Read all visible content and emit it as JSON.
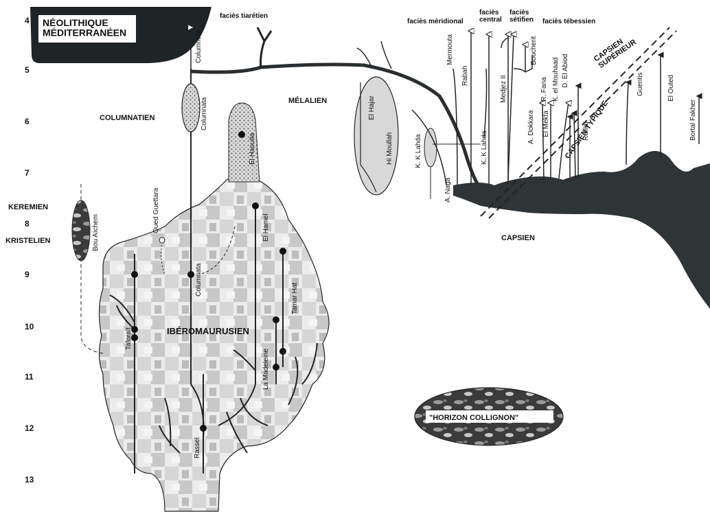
{
  "timeline": {
    "ticks": [
      "4",
      "5",
      "6",
      "7",
      "8",
      "9",
      "10",
      "11",
      "12",
      "13"
    ]
  },
  "cultures": {
    "neolithique": "NÉOLITHIQUE\nMÉDITERRANÉEN",
    "columnatien": "COLUMNATIEN",
    "melalien": "MÉLALIEN",
    "keremien": "KEREMIEN",
    "kristelien": "KRISTELIEN",
    "iberomaurusien": "IBÉROMAURUSIEN",
    "capsien": "CAPSIEN",
    "capsien_superieur": "CAPSIEN\nSUPÉRIEUR",
    "capsien_typique": "CAPSIEN TYPIQUE",
    "horizon_collignon": "\"HORIZON COLLIGNON\""
  },
  "facies": {
    "tiaretien": "faciès tiarétien",
    "meridional": "faciès méridional",
    "central": "faciès\ncentral",
    "setifien": "faciès\nsétifien",
    "tebessien": "faciès tébessien"
  },
  "sites": {
    "columnata_top": "Columnata",
    "columnata_mid": "Columnata",
    "columnata_low": "Columnata",
    "el_haouita": "El Haouita",
    "el_hajar": "El Hajar",
    "hi_moullah": "Hi Moullah",
    "kk_lahda_left": "K. K Lahda",
    "kk_lahda_right": "K. K Lahda",
    "a_naga": "A. Naga",
    "mermouta": "Mermouta",
    "rabah": "Rabah",
    "medjez": "Medjez II",
    "boucherit": "Boucherit",
    "a_dokkara": "A. Dokkara",
    "el_mekta": "El Mekta",
    "r_fana": "R. Fana",
    "k_mouhaad": "K. el Mouhaad",
    "d_abiod": "D. El Abiod",
    "relilai": "Relilaï",
    "guentis": "Guentis",
    "el_outed": "El Outed",
    "bortal_fakher": "Bortal Fakher",
    "bou_aichem": "Bou Aïchem",
    "oued_guettara": "Oued Guettara",
    "el_hamel": "El Hamel",
    "tamar_hat": "Tamar Hat",
    "taforalt": "Taforalt",
    "la_madeleine": "La Madeleine",
    "rassel": "Rassel"
  },
  "colors": {
    "dark": "#2f3437",
    "ink": "#111111",
    "texture_light": "#e6e6e6",
    "texture_mid": "#bdbdbd"
  }
}
